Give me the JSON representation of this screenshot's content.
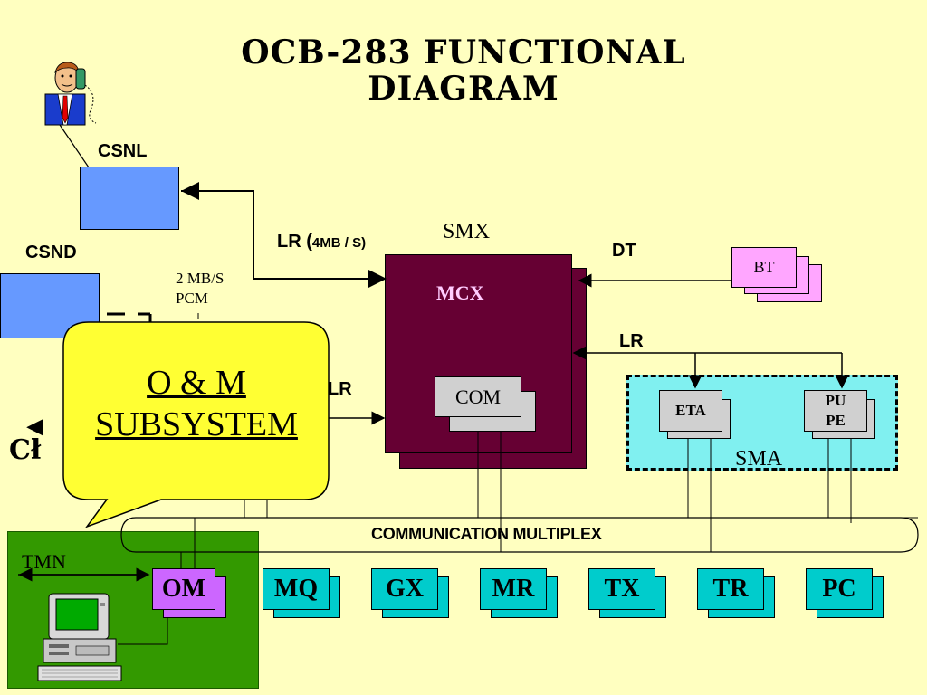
{
  "title_line1": "OCB-283 FUNCTIONAL",
  "title_line2": "DIAGRAM",
  "labels": {
    "csnl": "CSNL",
    "csnd": "CSND",
    "smx": "SMX",
    "mcx": "MCX",
    "com": "COM",
    "lr_4mb": "LR (",
    "lr_4mb_small": "4MB /  S)",
    "two_mbs": "2 MB/S",
    "pcm": "PCM",
    "dt": "DT",
    "bt": "BT",
    "lr_right": "LR",
    "lr_left": "LR",
    "eta": "ETA",
    "pu": "PU",
    "pe": "PE",
    "sma": "SMA",
    "comm_multiplex": "COMMUNICATION MULTIPLEX",
    "tmn": "TMN",
    "ck_fragment": "Cł"
  },
  "callout": {
    "line1": "O & M",
    "line2": "SUBSYSTEM"
  },
  "modules": [
    {
      "id": "om",
      "label": "OM"
    },
    {
      "id": "mq",
      "label": "MQ"
    },
    {
      "id": "gx",
      "label": "GX"
    },
    {
      "id": "mr",
      "label": "MR"
    },
    {
      "id": "tx",
      "label": "TX"
    },
    {
      "id": "tr",
      "label": "TR"
    },
    {
      "id": "pc",
      "label": "PC"
    }
  ],
  "icons": {
    "person": "person-on-phone-icon",
    "computer": "computer-terminal-icon"
  },
  "colors": {
    "background": "#ffffc0",
    "mcx": "#660033",
    "sma": "#80f0f0",
    "om_area": "#339900",
    "callout": "#ffff33",
    "module": "#00cccc",
    "om_module": "#cc66ff",
    "bt": "#ffa6ff",
    "csn": "#6699ff"
  }
}
